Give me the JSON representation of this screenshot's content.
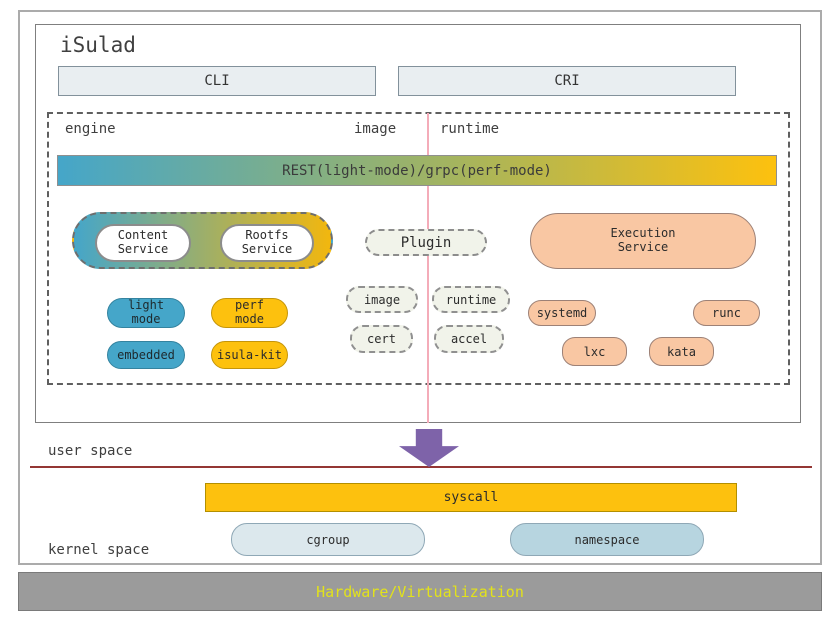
{
  "window": {
    "title": "iSulad"
  },
  "top_row": {
    "cli_label": "CLI",
    "cri_label": "CRI"
  },
  "section_labels": {
    "engine": "engine",
    "image": "image",
    "runtime": "runtime"
  },
  "rest_bar": {
    "label": "REST(light-mode)/grpc(perf-mode)"
  },
  "engine_section": {
    "content_service": "Content\nService",
    "rootfs_service": "Rootfs\nService",
    "light_mode": "light\nmode",
    "perf_mode": "perf\nmode",
    "embedded": "embedded",
    "isula_kit": "isula-kit"
  },
  "plugin_section": {
    "plugin": "Plugin",
    "image_pill": "image",
    "runtime_pill": "runtime",
    "cert_pill": "cert",
    "accel_pill": "accel"
  },
  "runtime_section": {
    "execution_service": "Execution\nService",
    "systemd": "systemd",
    "runc": "runc",
    "lxc": "lxc",
    "kata": "kata"
  },
  "spaces": {
    "user_space": "user space",
    "kernel_space": "kernel space",
    "syscall": "syscall",
    "cgroup": "cgroup",
    "namespace": "namespace",
    "hardware": "Hardware/Virtualization"
  },
  "colors": {
    "teal": "#45a6c9",
    "gold": "#fdc10e",
    "salmon": "#f9c7a3",
    "purple_arrow": "#7e63a9",
    "pink_divider": "#f4acb9",
    "dark_red_divider": "#943634",
    "hardware_bar": "#9b9b9b",
    "hardware_text": "#e2e21b",
    "box_fill": "#e9eef1"
  }
}
